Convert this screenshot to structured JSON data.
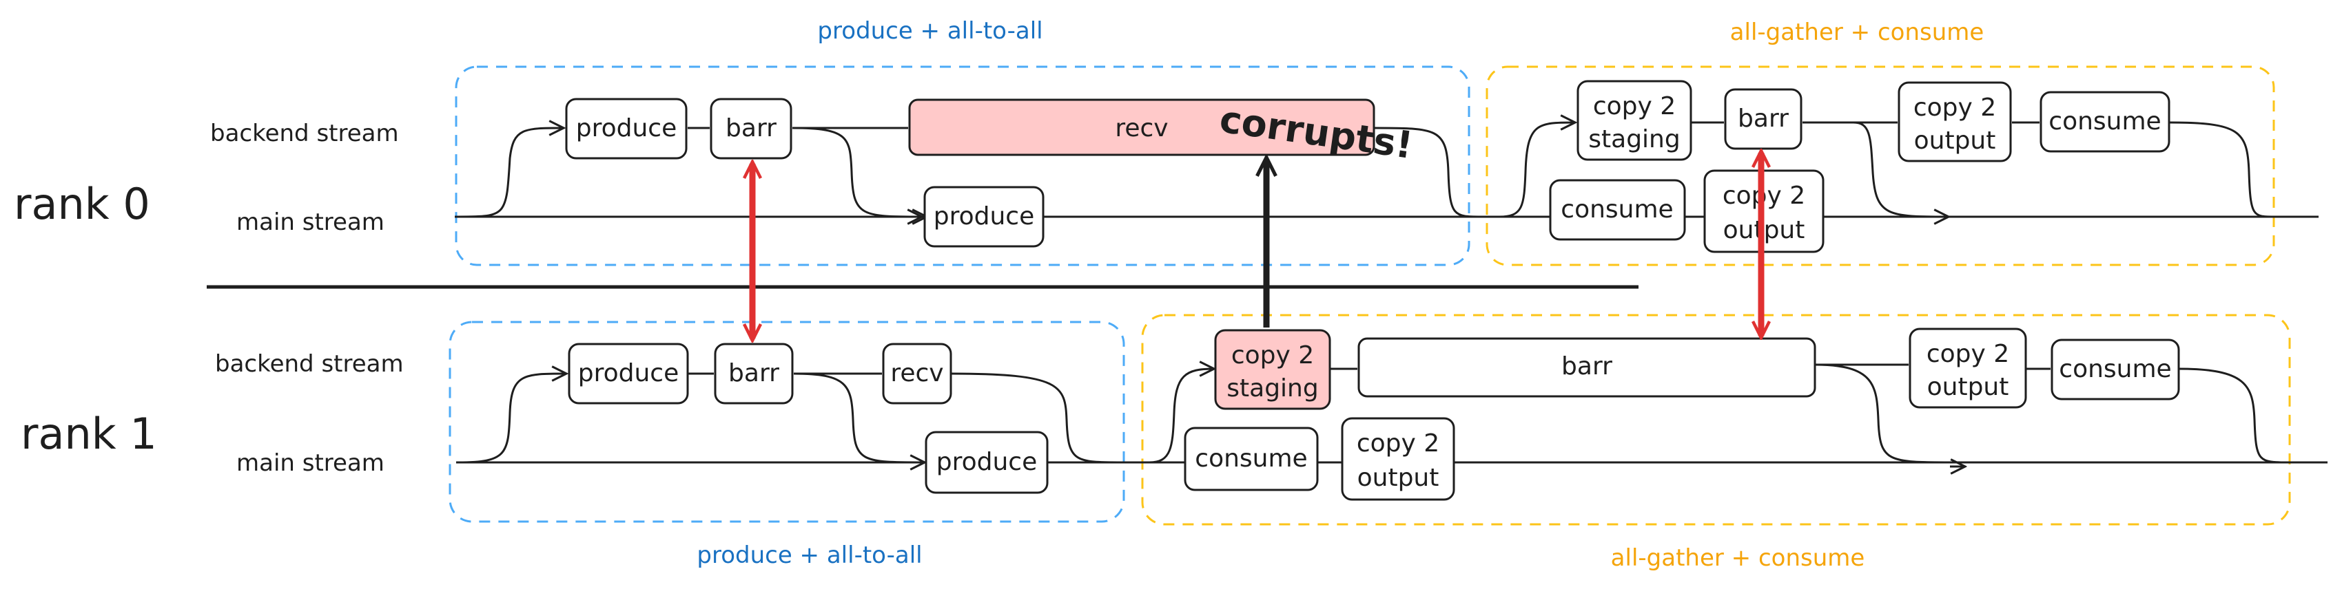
{
  "colors": {
    "ink": "#1e1e1e",
    "phase_blue": "#1971c2",
    "phase_orange": "#f5a40a",
    "phase_box_blue": "#4dabf7",
    "phase_box_orange": "#fcc419",
    "highlight_fill": "#ffc9c9",
    "barrier_arrow": "#e03131"
  },
  "ranks": [
    {
      "label": "rank 0",
      "streams": {
        "backend": "backend stream",
        "main": "main stream"
      },
      "phases": {
        "first": "produce + all-to-all",
        "second": "all-gather + consume"
      },
      "ops": {
        "produce_backend": "produce",
        "barr_1": "barr",
        "recv": "recv",
        "produce_main": "produce",
        "copy_staging": [
          "copy 2",
          "staging"
        ],
        "barr_2": "barr",
        "copy_output_backend": [
          "copy 2",
          "output"
        ],
        "consume_backend": "consume",
        "consume_main": "consume",
        "copy_output_main": [
          "copy 2",
          "output"
        ]
      }
    },
    {
      "label": "rank 1",
      "streams": {
        "backend": "backend stream",
        "main": "main stream"
      },
      "phases": {
        "first": "produce + all-to-all",
        "second": "all-gather + consume"
      },
      "ops": {
        "produce_backend": "produce",
        "barr_1": "barr",
        "recv": "recv",
        "produce_main": "produce",
        "copy_staging": [
          "copy 2",
          "staging"
        ],
        "barr_2": "barr",
        "copy_output_backend": [
          "copy 2",
          "output"
        ],
        "consume_backend": "consume",
        "consume_main": "consume",
        "copy_output_main": [
          "copy 2",
          "output"
        ]
      }
    }
  ],
  "annotation": {
    "corrupts": "corrupts!"
  }
}
